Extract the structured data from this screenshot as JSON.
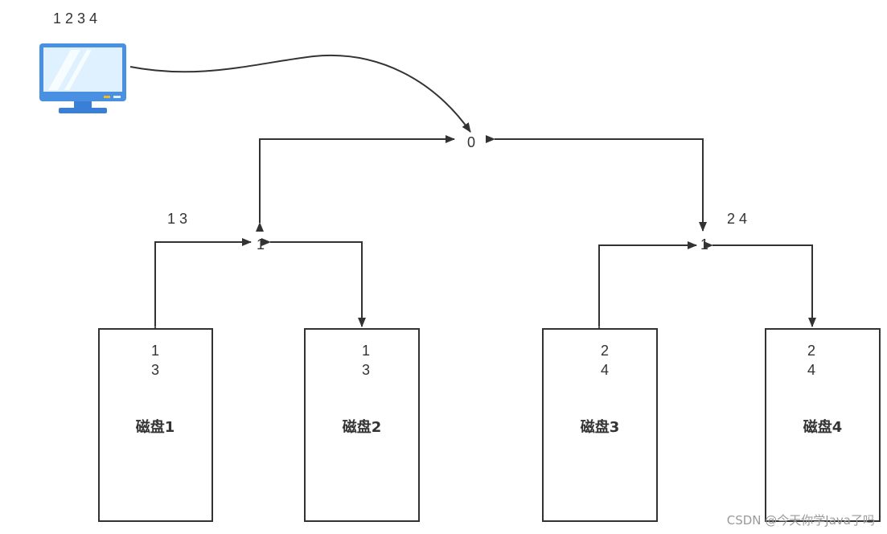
{
  "host": {
    "label": "1 2 3 4",
    "icon": "monitor-icon",
    "colors": {
      "frame": "#4a90e2",
      "screen": "#d9efff",
      "stand": "#3a7fd6"
    }
  },
  "nodes": {
    "root": {
      "label": "0"
    },
    "left": {
      "label": "1",
      "annotation": "1 3"
    },
    "right": {
      "label": "1",
      "annotation": "2 4"
    }
  },
  "disks": [
    {
      "name": "磁盘1",
      "line1": "1",
      "line2": "3"
    },
    {
      "name": "磁盘2",
      "line1": "1",
      "line2": "3"
    },
    {
      "name": "磁盘3",
      "line1": "2",
      "line2": "4"
    },
    {
      "name": "磁盘4",
      "line1": "2",
      "line2": "4"
    }
  ],
  "watermark": "CSDN @今天你学Java了吗"
}
